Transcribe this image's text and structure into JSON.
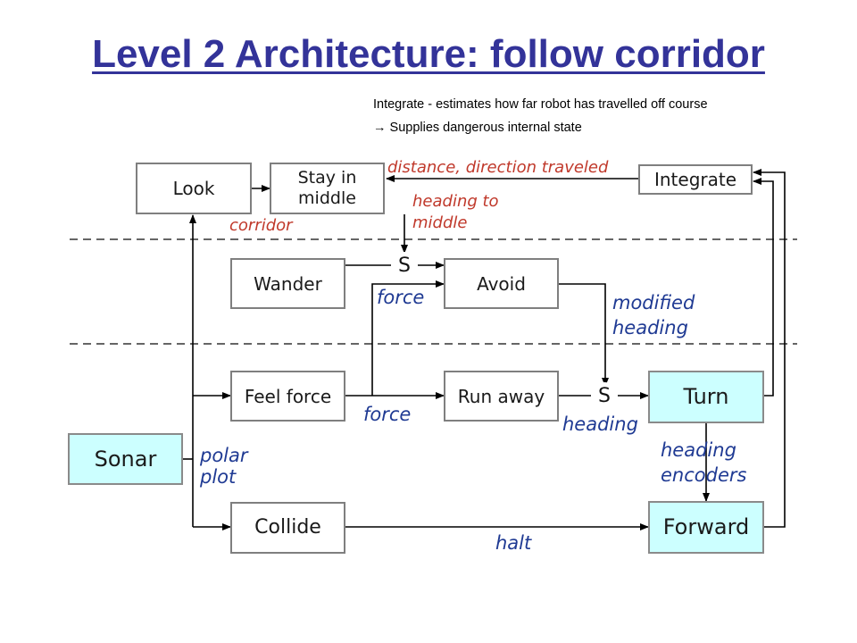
{
  "title": "Level 2 Architecture: follow corridor",
  "notes": [
    "Integrate - estimates how far robot has travelled off course",
    "→ Supplies dangerous internal state"
  ],
  "boxes": {
    "look": "Look",
    "stay_in_middle": "Stay in middle",
    "integrate": "Integrate",
    "wander": "Wander",
    "avoid": "Avoid",
    "feel_force": "Feel force",
    "run_away": "Run away",
    "turn": "Turn",
    "sonar": "Sonar",
    "collide": "Collide",
    "forward": "Forward"
  },
  "suppressors": [
    "S",
    "S"
  ],
  "labels": {
    "distance_direction": "distance, direction traveled",
    "heading_to_middle": "heading to middle",
    "corridor": "corridor",
    "force_upper": "force",
    "modified_heading": "modified heading",
    "force_lower": "force",
    "heading": "heading",
    "polar_plot": "polar plot",
    "heading_encoders": "heading encoders",
    "halt": "halt"
  },
  "colors": {
    "title": "#333399",
    "level2_label": "#c0392b",
    "level1_label": "#1f3a93",
    "hardware_box": "#ccffff"
  }
}
